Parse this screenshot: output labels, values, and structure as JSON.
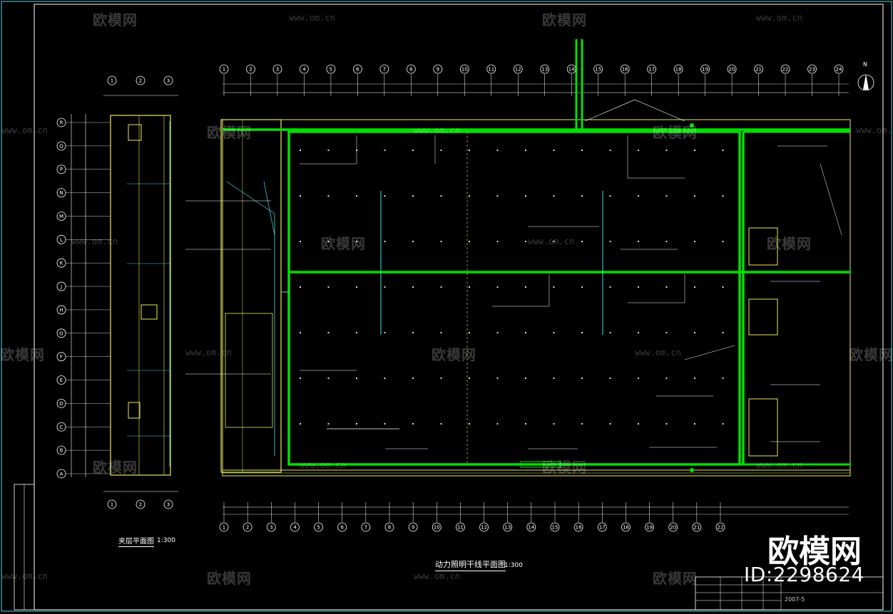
{
  "drawing": {
    "main_plan_title": "动力照明干线平面图",
    "main_plan_scale": "1:300",
    "side_plan_title": "夹层平面图",
    "side_plan_scale": "1:300",
    "drawing_number": "2007-5",
    "north_symbol": "N"
  },
  "watermark": {
    "brand": "欧模网",
    "brand_id": "ID:2298624",
    "url": "www.om.cn"
  },
  "grid": {
    "main_top_axes": [
      "1",
      "2",
      "3",
      "4",
      "5",
      "6",
      "7",
      "8",
      "9",
      "10",
      "11",
      "12",
      "13",
      "14",
      "15",
      "16",
      "17",
      "18",
      "19",
      "20",
      "21",
      "22",
      "23",
      "24"
    ],
    "main_bottom_axes": [
      "1",
      "2",
      "3",
      "4",
      "5",
      "6",
      "7",
      "8",
      "9",
      "10",
      "11",
      "12",
      "13",
      "14",
      "15",
      "16",
      "17",
      "18",
      "19",
      "20",
      "21",
      "22"
    ],
    "side_top_axes": [
      "1",
      "2",
      "3"
    ],
    "side_rows": [
      "R",
      "Q",
      "P",
      "N",
      "M",
      "L",
      "K",
      "J",
      "H",
      "G",
      "F",
      "E",
      "D",
      "C",
      "B",
      "A"
    ]
  },
  "colors": {
    "background": "#000000",
    "trunk_green": "#00e000",
    "wall_yellow": "#e8e860",
    "wire_cyan": "#40e0e0",
    "line_white": "#ffffff"
  }
}
